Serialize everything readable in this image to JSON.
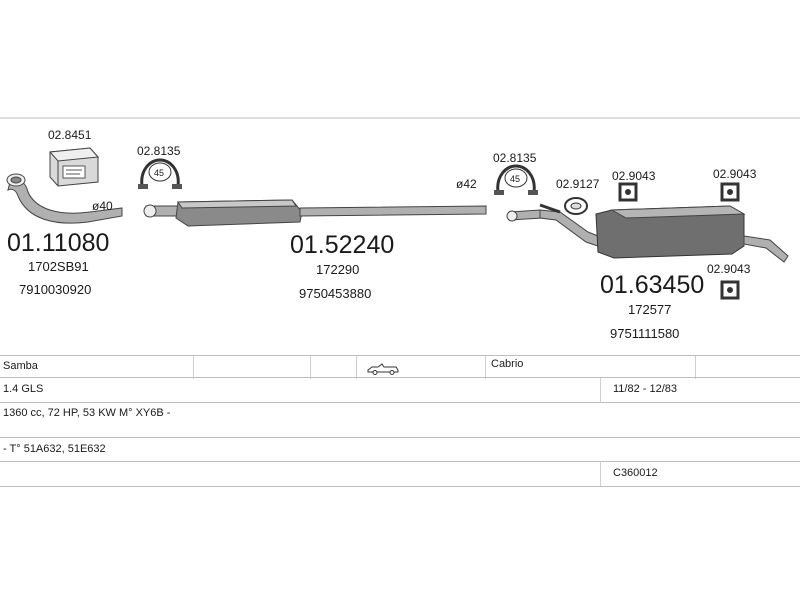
{
  "parts": {
    "front_pipe": {
      "code": "01.11080",
      "ref1": "1702SB91",
      "ref2": "7910030920",
      "diameter": "ø40"
    },
    "middle_silencer": {
      "code": "01.52240",
      "ref1": "172290",
      "ref2": "9750453880",
      "diameter": "ø42"
    },
    "rear_silencer": {
      "code": "01.63450",
      "ref1": "172577",
      "ref2": "9751111580"
    },
    "mounting_kit": {
      "code": "02.8451"
    },
    "clamp_left": {
      "code": "02.8135",
      "size": "45"
    },
    "clamp_right": {
      "code": "02.8135",
      "size": "45"
    },
    "gasket": {
      "code": "02.9127"
    },
    "hanger_1": {
      "code": "02.9043"
    },
    "hanger_2": {
      "code": "02.9043"
    },
    "hanger_3": {
      "code": "02.9043"
    }
  },
  "vehicle": {
    "model": "Samba",
    "body": "Cabrio",
    "version": "1.4 GLS",
    "years": "11/82 - 12/83",
    "engine": "1360 cc, 72 HP, 53 KW M° XY6B -",
    "types": "- T° 51A632, 51E632",
    "catalog_code": "C360012"
  },
  "colors": {
    "line": "#bdbdbd",
    "part": "#8a8a8a"
  }
}
